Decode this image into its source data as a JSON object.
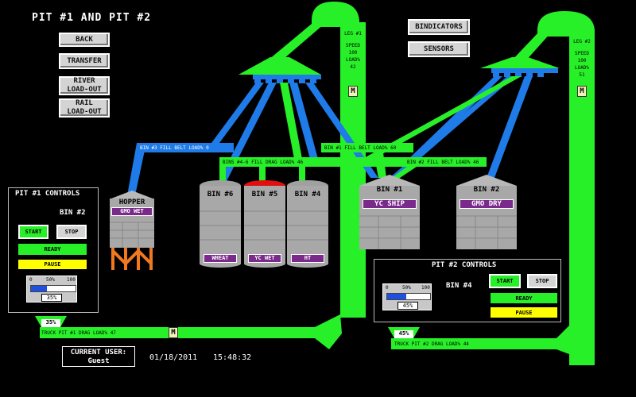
{
  "title": "PIT #1 AND PIT #2",
  "nav": {
    "back": "BACK",
    "transfer": "TRANSFER",
    "river_line1": "RIVER",
    "river_line2": "LOAD-OUT",
    "rail_line1": "RAIL",
    "rail_line2": "LOAD-OUT",
    "bindicators": "BINDICATORS",
    "sensors": "SENSORS"
  },
  "legs": {
    "leg1": {
      "name": "LEG #1",
      "speed_label": "SPEED",
      "speed": "100",
      "load_label": "LOAD%",
      "load": "42"
    },
    "leg2": {
      "name": "LEG #2",
      "speed_label": "SPEED",
      "speed": "100",
      "load_label": "LOAD%",
      "load": "51"
    }
  },
  "motor_label": "M",
  "belts": {
    "bin3_fill": "BIN #3 FILL BELT    LOAD% 0",
    "bins46_drag": "BINS #4-6 FILL DRAG    LOAD% 46",
    "bin1_fill": "BIN #1 FILL BELT    LOAD% 60",
    "bin2_fill": "BIN #2 FILL BELT    LOAD% 46",
    "truck_pit1": "TRUCK PIT #1 DRAG    LOAD% 47",
    "truck_pit2": "TRUCK PIT #2 DRAG    LOAD% 44"
  },
  "bins": {
    "hopper": {
      "title": "HOPPER",
      "plate": "GMO WET"
    },
    "bin6": {
      "title": "BIN #6",
      "plate": "WHEAT"
    },
    "bin5": {
      "title": "BIN #5",
      "plate": "YC WET"
    },
    "bin4": {
      "title": "BIN #4",
      "plate": "HT"
    },
    "bin1": {
      "title": "BIN #1",
      "plate": "YC SHIP"
    },
    "bin2": {
      "title": "BIN #2",
      "plate": "GMO DRY"
    }
  },
  "pit1": {
    "title": "PIT #1 CONTROLS",
    "bin": "BIN #2",
    "start": "START",
    "stop": "STOP",
    "status": "READY",
    "pause": "PAUSE",
    "tick_min": "0",
    "tick_mid": "50%",
    "tick_max": "100",
    "speed_pct": "35%",
    "speed_value": 0.35,
    "pit_pct": "35%"
  },
  "pit2": {
    "title": "PIT #2 CONTROLS",
    "bin": "BIN #4",
    "start": "START",
    "stop": "STOP",
    "status": "READY",
    "pause": "PAUSE",
    "tick_min": "0",
    "tick_mid": "50%",
    "tick_max": "100",
    "speed_pct": "45%",
    "speed_value": 0.45,
    "pit_pct": "45%"
  },
  "user": {
    "label": "CURRENT USER:",
    "name": "Guest"
  },
  "date": "01/18/2011",
  "time": "15:48:32",
  "colors": {
    "conveyor_green": "#28f028",
    "conveyor_blue": "#1e7be8",
    "bin_plate": "#7a2a8a",
    "hopper_legs": "#f07820",
    "bin5_cap": "#e01010",
    "pause_yellow": "#ffff00",
    "slider_fill": "#2050e0"
  }
}
